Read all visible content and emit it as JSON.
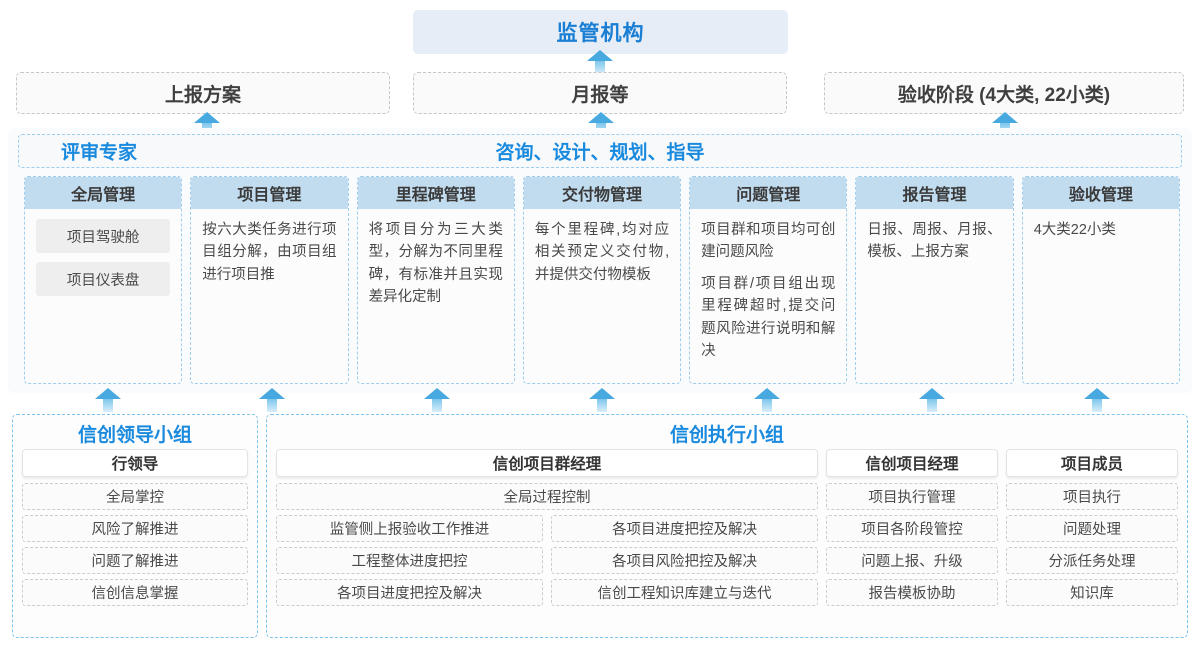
{
  "top": {
    "title": "监管机构"
  },
  "reports": [
    {
      "label": "上报方案"
    },
    {
      "label": "月报等"
    },
    {
      "label": "验收阶段 (4大类, 22小类)"
    }
  ],
  "middle": {
    "left_label": "评审专家",
    "center_label": "咨询、设计、规划、指导",
    "columns": [
      {
        "title": "全局管理",
        "paragraphs": [],
        "pills": [
          "项目驾驶舱",
          "项目仪表盘"
        ]
      },
      {
        "title": "项目管理",
        "paragraphs": [
          "按六大类任务进行项目组分解，由项目组进行项目推"
        ],
        "pills": []
      },
      {
        "title": "里程碑管理",
        "paragraphs": [
          "将项目分为三大类型，分解为不同里程碑，有标准并且实现差异化定制"
        ],
        "pills": []
      },
      {
        "title": "交付物管理",
        "paragraphs": [
          "每个里程碑,均对应相关预定义交付物,并提供交付物模板"
        ],
        "pills": []
      },
      {
        "title": "问题管理",
        "paragraphs": [
          "项目群和项目均可创建问题风险",
          "项目群/项目组出现里程碑超时,提交问题风险进行说明和解决"
        ],
        "pills": []
      },
      {
        "title": "报告管理",
        "paragraphs": [
          "日报、周报、月报、模板、上报方案"
        ],
        "pills": []
      },
      {
        "title": "验收管理",
        "paragraphs": [
          "4大类22小类"
        ],
        "pills": []
      }
    ]
  },
  "bottom": {
    "left_group": {
      "title": "信创领导小组",
      "role": "行领导",
      "items": [
        "全局掌控",
        "风险了解推进",
        "问题了解推进",
        "信创信息掌握"
      ]
    },
    "right_group": {
      "title": "信创执行小组",
      "program_manager": {
        "role": "信创项目群经理",
        "full_width_item": "全局过程控制",
        "left_items": [
          "监管侧上报验收工作推进",
          "工程整体进度把控",
          "各项目进度把控及解决"
        ],
        "right_items": [
          "各项目进度把控及解决",
          "各项目风险把控及解决",
          "信创工程知识库建立与迭代"
        ]
      },
      "project_manager": {
        "role": "信创项目经理",
        "items": [
          "项目执行管理",
          "项目各阶段管控",
          "问题上报、升级",
          "报告模板协助"
        ]
      },
      "project_member": {
        "role": "项目成员",
        "items": [
          "项目执行",
          "问题处理",
          "分派任务处理",
          "知识库"
        ]
      }
    }
  },
  "colors": {
    "accent_blue": "#1a8ade",
    "banner_bg": "#e7edf6",
    "col_header_bg": "#c2dcef",
    "dashed_blue": "#9ecdee",
    "dashed_gray": "#c6c6c6",
    "arrow_blue": "#47a9e0"
  }
}
